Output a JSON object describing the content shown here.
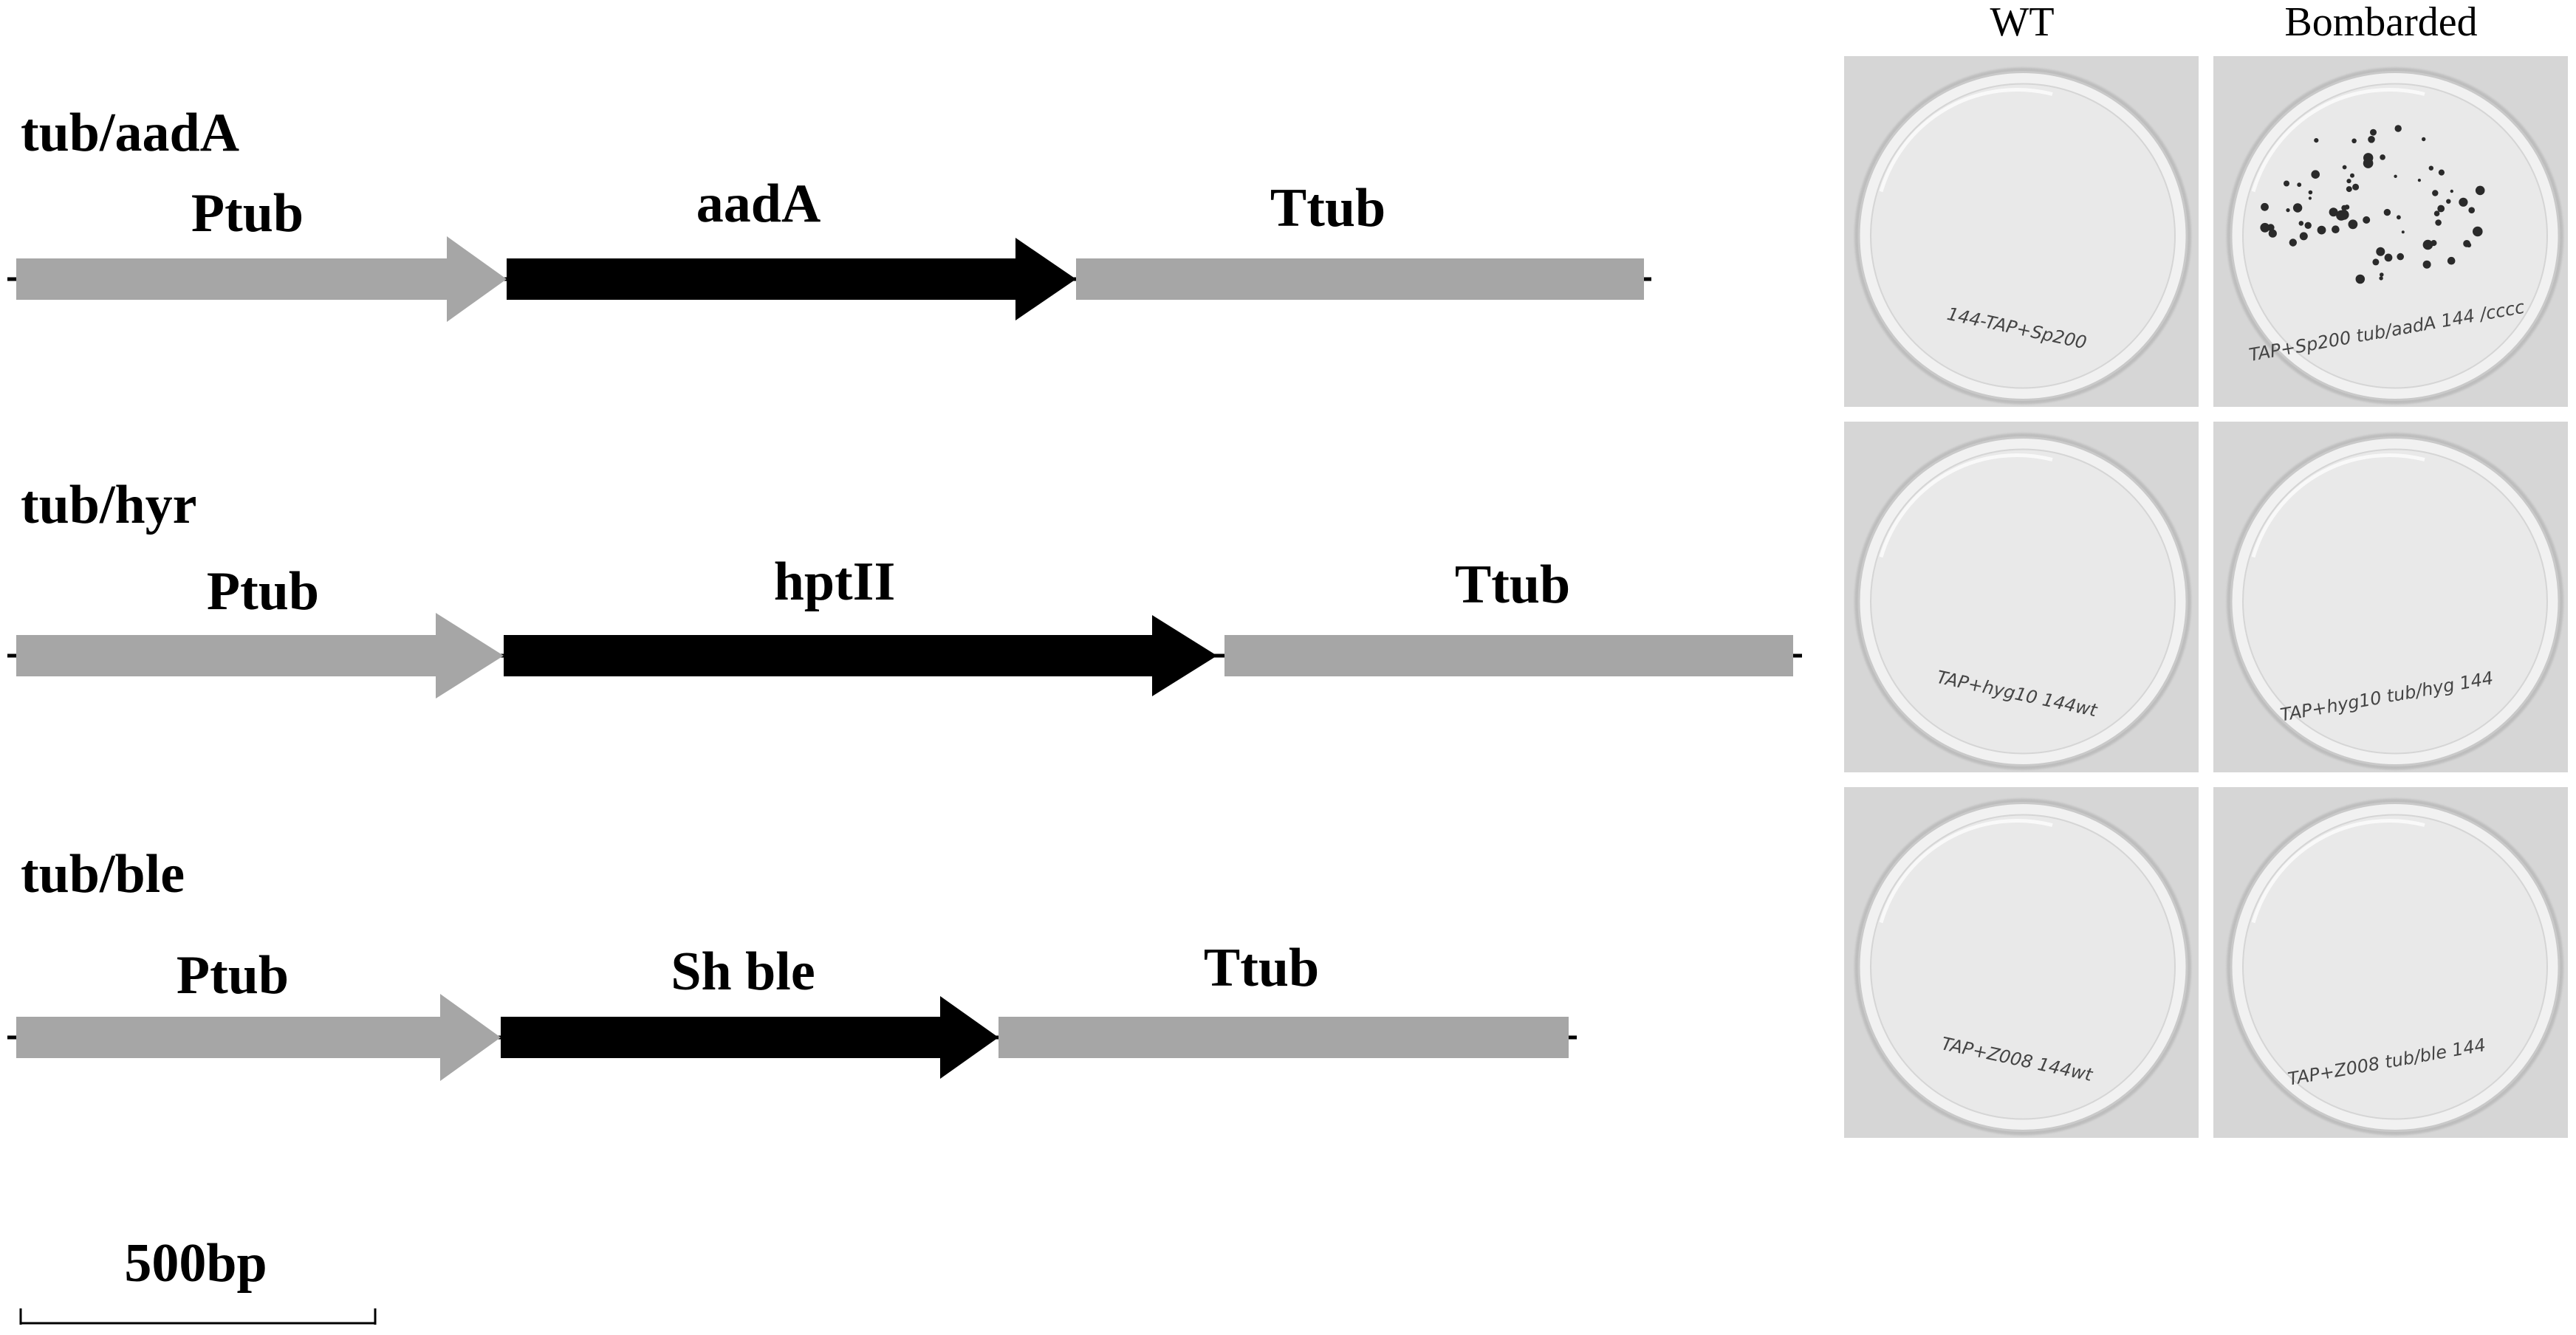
{
  "colors": {
    "promoter_terminator": "#a6a6a6",
    "marker_gene": "#000000",
    "plate_background": "#d6d6d6",
    "plate_agar": "#e9e9e9",
    "colony": "#2a2a2a",
    "handwriting": "#444444"
  },
  "constructs": [
    {
      "name": "tub/aadA",
      "segments": [
        {
          "label": "Ptub",
          "kind": "promoter"
        },
        {
          "label": "aadA",
          "kind": "marker"
        },
        {
          "label": "Ttub",
          "kind": "terminator"
        }
      ]
    },
    {
      "name": "tub/hyr",
      "segments": [
        {
          "label": "Ptub",
          "kind": "promoter"
        },
        {
          "label": "hptII",
          "kind": "marker"
        },
        {
          "label": "Ttub",
          "kind": "terminator"
        }
      ]
    },
    {
      "name": "tub/ble",
      "segments": [
        {
          "label": "Ptub",
          "kind": "promoter"
        },
        {
          "label": "Sh ble",
          "kind": "marker"
        },
        {
          "label": "Ttub",
          "kind": "terminator"
        }
      ]
    }
  ],
  "scale_bar": {
    "label": "500bp"
  },
  "plates": {
    "columns": [
      "WT",
      "Bombarded"
    ],
    "rows": [
      {
        "construct": "tub/aadA",
        "wt_handwriting": "144-TAP+Sp200",
        "bombarded_handwriting": "TAP+Sp200 tub/aadA 144 /cccc",
        "bombarded_colonies": "many"
      },
      {
        "construct": "tub/hyr",
        "wt_handwriting": "TAP+hyg10 144wt",
        "bombarded_handwriting": "TAP+hyg10 tub/hyg 144",
        "bombarded_colonies": "none"
      },
      {
        "construct": "tub/ble",
        "wt_handwriting": "TAP+Z008 144wt",
        "bombarded_handwriting": "TAP+Z008 tub/ble 144",
        "bombarded_colonies": "none"
      }
    ]
  }
}
